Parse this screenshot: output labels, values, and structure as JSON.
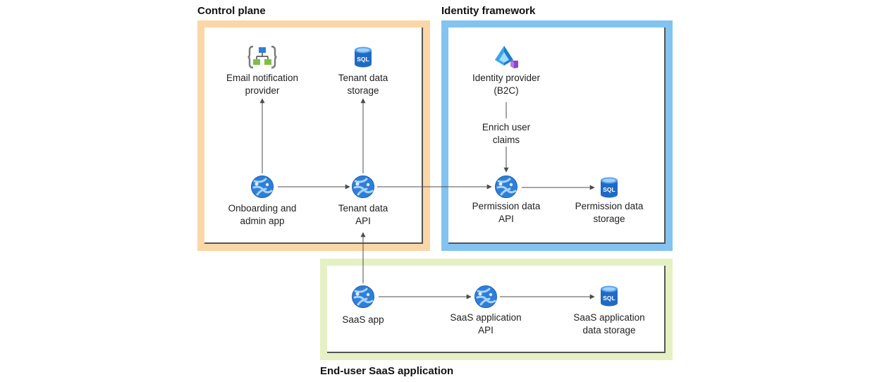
{
  "groups": {
    "control_plane": {
      "title": "Control plane",
      "color": "#fbd6a6"
    },
    "identity_framework": {
      "title": "Identity framework",
      "color": "#83c3f1"
    },
    "end_user_saas": {
      "title": "End-user SaaS application",
      "color": "#e5f1c3"
    }
  },
  "nodes": {
    "email_notification_provider": {
      "line1": "Email notification",
      "line2": "provider",
      "icon": "logic-app-icon"
    },
    "tenant_data_storage": {
      "line1": "Tenant data",
      "line2": "storage",
      "icon": "sql-database-icon"
    },
    "onboarding_admin_app": {
      "line1": "Onboarding and",
      "line2": "admin app",
      "icon": "app-service-icon"
    },
    "tenant_data_api": {
      "line1": "Tenant data",
      "line2": "API",
      "icon": "app-service-icon"
    },
    "identity_provider": {
      "line1": "Identity provider",
      "line2": "(B2C)",
      "icon": "azure-ad-b2c-icon"
    },
    "permission_data_api": {
      "line1": "Permission data",
      "line2": "API",
      "icon": "app-service-icon"
    },
    "permission_data_storage": {
      "line1": "Permission data",
      "line2": "storage",
      "icon": "sql-database-icon"
    },
    "saas_app": {
      "line1": "SaaS app",
      "line2": "",
      "icon": "app-service-icon"
    },
    "saas_application_api": {
      "line1": "SaaS application",
      "line2": "API",
      "icon": "app-service-icon"
    },
    "saas_application_data_storage": {
      "line1": "SaaS application",
      "line2": "data storage",
      "icon": "sql-database-icon"
    }
  },
  "edge_labels": {
    "enrich_user_claims": {
      "line1": "Enrich user",
      "line2": "claims"
    }
  },
  "icons": {
    "sql_text": "SQL"
  },
  "colors": {
    "arrow": "#4d4d4d",
    "app_blue": "#2f7fd8",
    "sql_blue": "#1f6bc4"
  }
}
